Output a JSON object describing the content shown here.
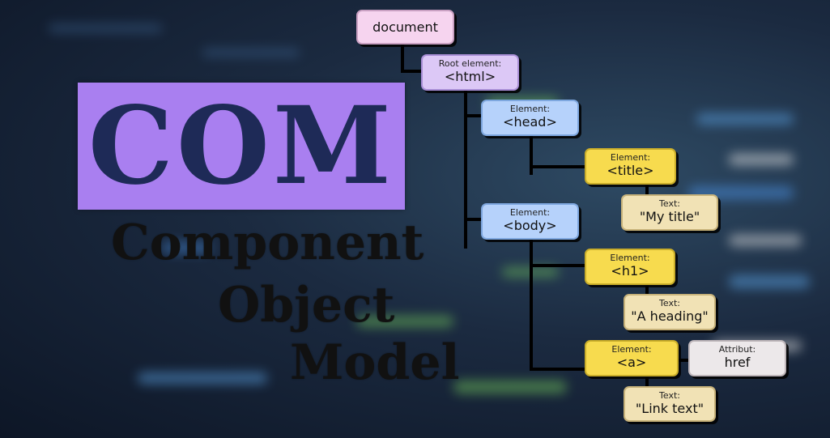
{
  "logo": {
    "acronym": "COM"
  },
  "title": {
    "line1": "Component",
    "line2": "Object",
    "line3": "Model"
  },
  "tree": {
    "document": {
      "value": "document"
    },
    "html": {
      "label": "Root element:",
      "value": "<html>"
    },
    "head": {
      "label": "Element:",
      "value": "<head>"
    },
    "title_el": {
      "label": "Element:",
      "value": "<title>"
    },
    "title_text": {
      "label": "Text:",
      "value": "\"My title\""
    },
    "body": {
      "label": "Element:",
      "value": "<body>"
    },
    "h1": {
      "label": "Element:",
      "value": "<h1>"
    },
    "h1_text": {
      "label": "Text:",
      "value": "\"A heading\""
    },
    "a": {
      "label": "Element:",
      "value": "<a>"
    },
    "a_attr": {
      "label": "Attribut:",
      "value": "href"
    },
    "a_text": {
      "label": "Text:",
      "value": "\"Link text\""
    }
  },
  "colors": {
    "logo_bg": "#a97ff0",
    "logo_text": "#1e2a57",
    "document": "#f6d4ef",
    "root": "#dcc8f6",
    "element_blue": "#b6d2fb",
    "element_yellow": "#f7db4e",
    "text_node": "#f1e2b5",
    "attribute": "#ece8ea"
  }
}
